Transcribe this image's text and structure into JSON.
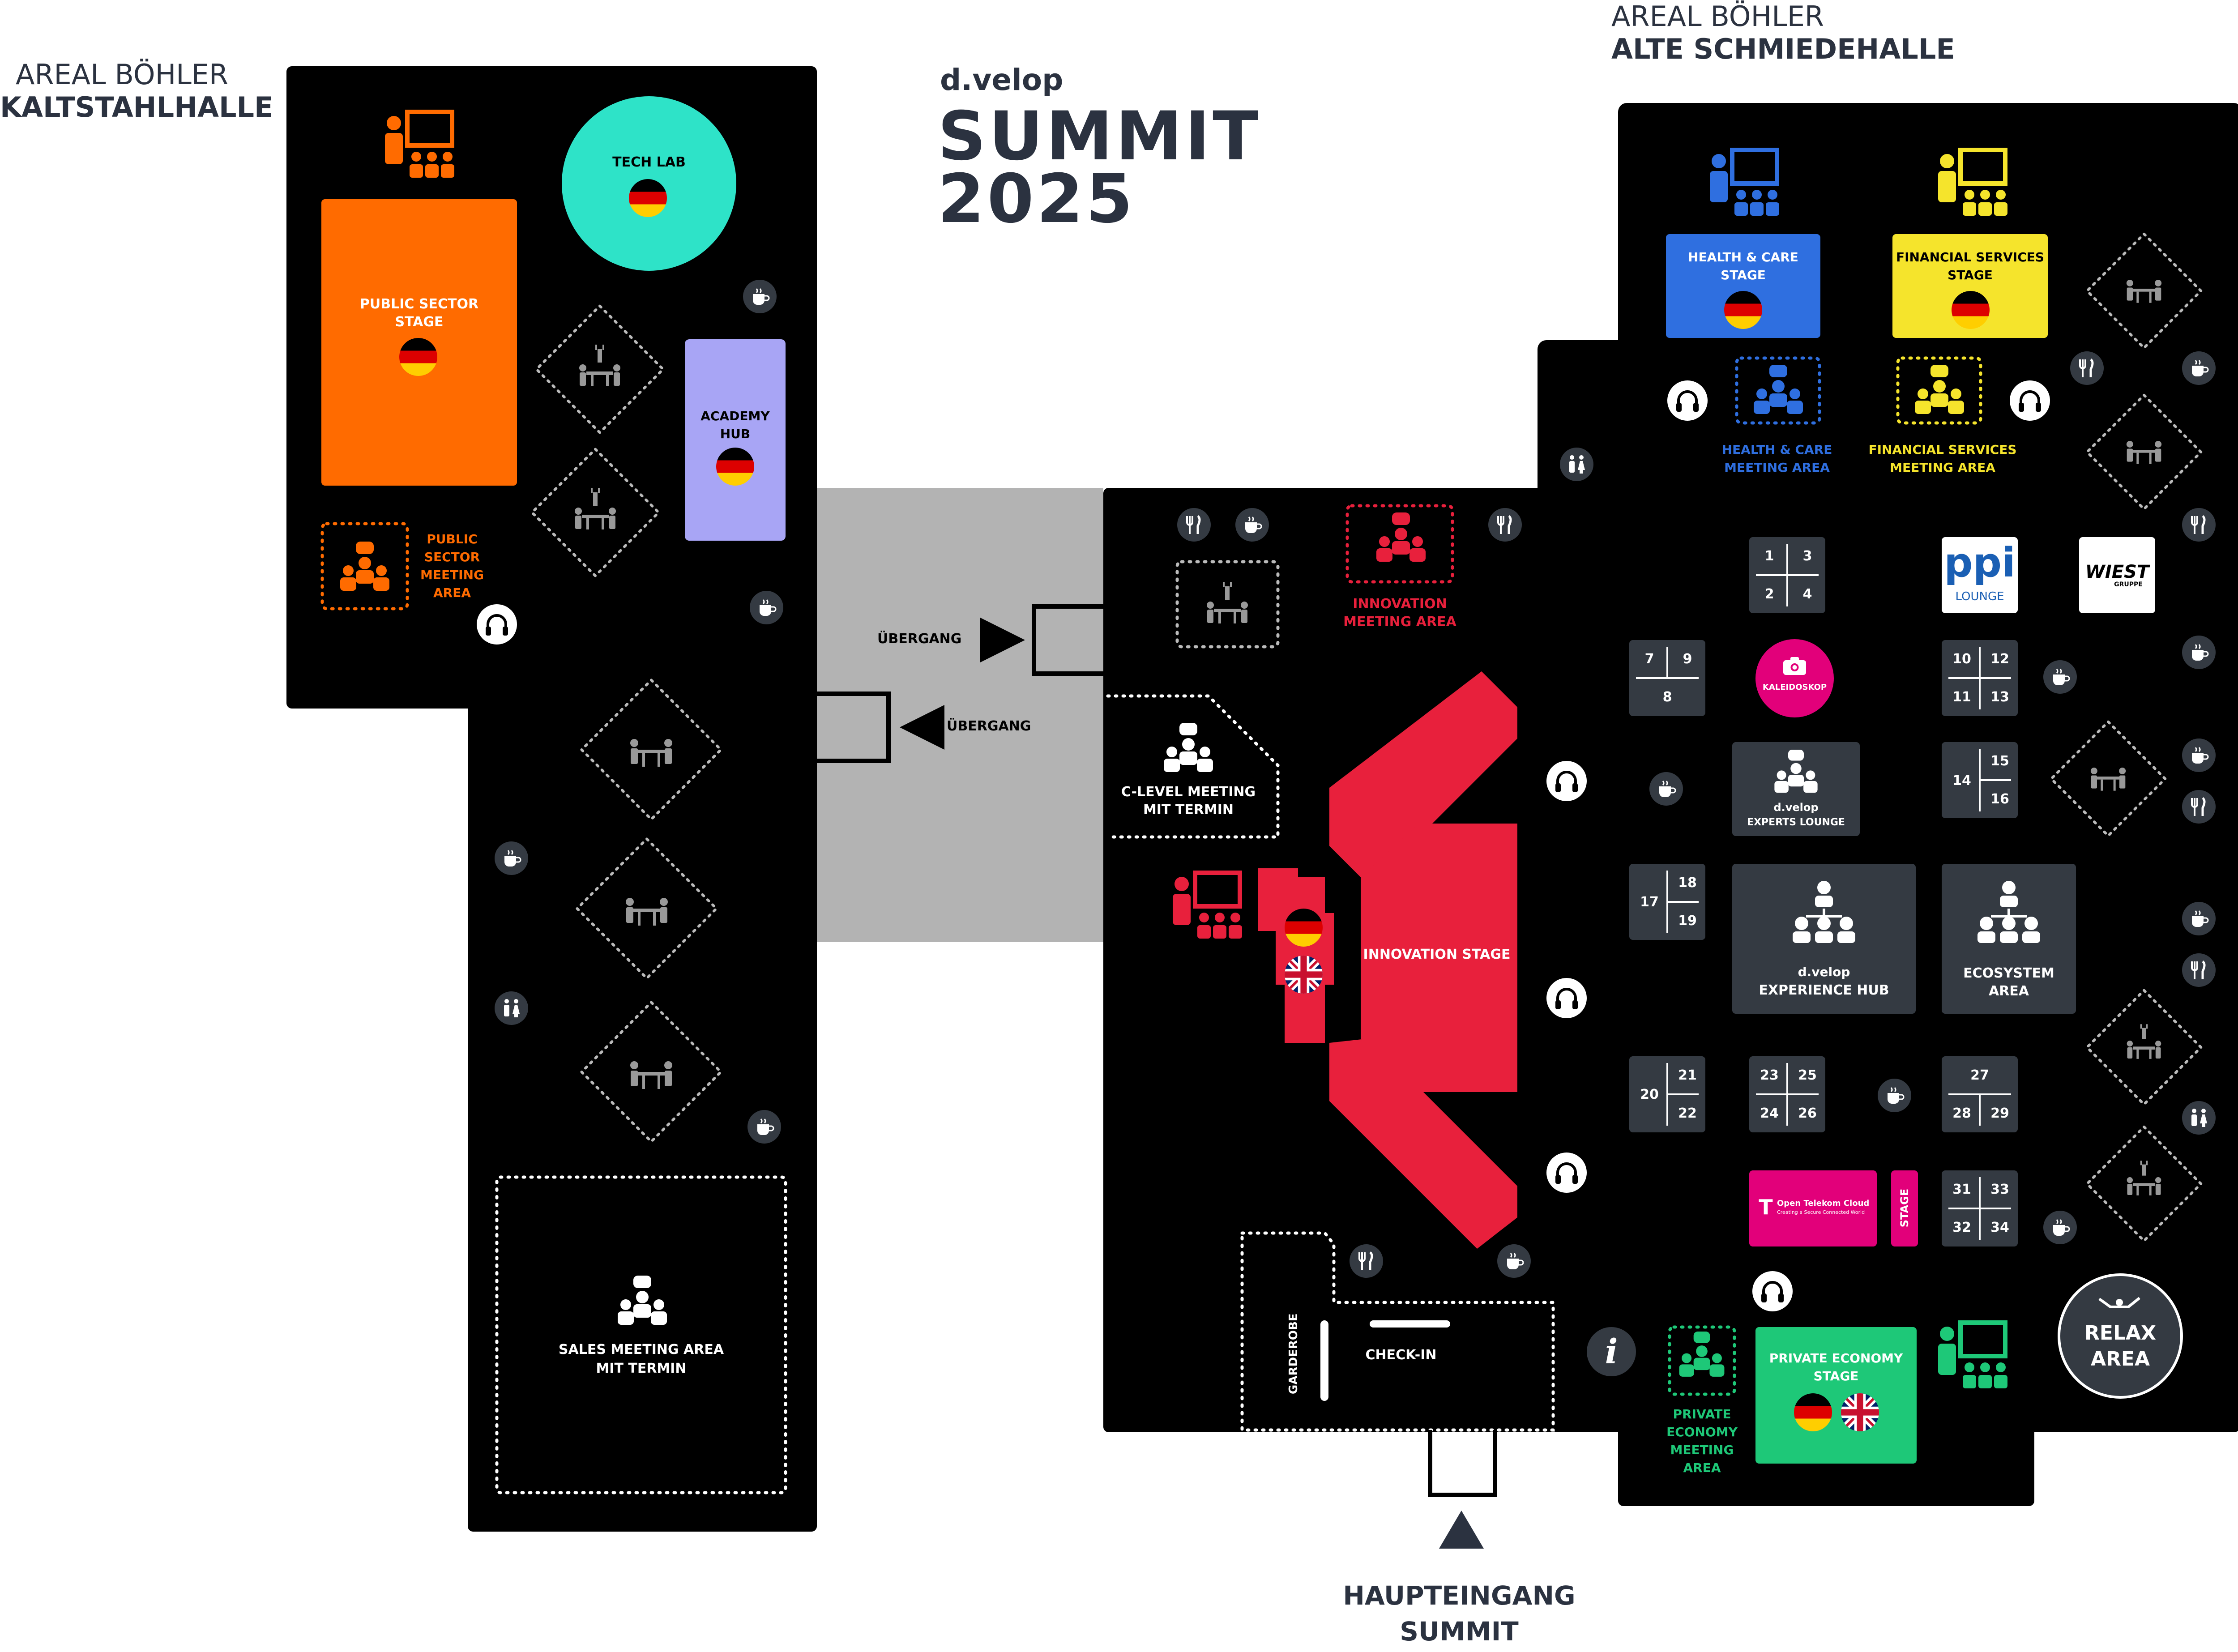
{
  "halls": {
    "left_line1": "AREAL BÖHLER",
    "left_line2": "KALTSTAHLHALLE",
    "right_line1": "AREAL BÖHLER",
    "right_line2": "ALTE SCHMIEDEHALLE"
  },
  "brand": {
    "logo": "d.velop",
    "title_line1": "SUMMIT",
    "title_line2": "2025"
  },
  "areas": {
    "tech_lab": "TECH LAB",
    "public_sector_stage": "PUBLIC SECTOR\nSTAGE",
    "academy_hub": "ACADEMY\nHUB",
    "public_sector_meeting": "PUBLIC\nSECTOR\nMEETING\nAREA",
    "sales_meeting": "SALES MEETING AREA\nMIT TERMIN",
    "uebergang_1": "ÜBERGANG",
    "uebergang_2": "ÜBERGANG",
    "innovation_meeting": "INNOVATION\nMEETING AREA",
    "c_level_meeting": "C-LEVEL MEETING\nMIT TERMIN",
    "innovation_stage": "INNOVATION STAGE",
    "garderobe": "GARDEROBE",
    "check_in": "CHECK-IN",
    "main_entrance": "HAUPTEINGANG\nSUMMIT",
    "health_care_stage": "HEALTH & CARE\nSTAGE",
    "financial_services_stage": "FINANCIAL SERVICES\nSTAGE",
    "health_care_meeting": "HEALTH & CARE\nMEETING AREA",
    "financial_services_meeting": "FINANCIAL SERVICES\nMEETING AREA",
    "ppi_logo": "ppi",
    "ppi_lounge": "LOUNGE",
    "wiest_logo": "WIEST",
    "wiest_sub": "GRUPPE",
    "kaleidoskop": "KALEIDOSKOP",
    "experts_lounge_logo": "d.velop",
    "experts_lounge": "EXPERTS LOUNGE",
    "experience_hub_logo": "d.velop",
    "experience_hub": "EXPERIENCE HUB",
    "ecosystem_area": "ECOSYSTEM\nAREA",
    "open_telekom": "Open Telekom Cloud",
    "open_telekom_sub": "Creating a Secure Connected World",
    "telekom_stage": "STAGE",
    "private_economy_stage": "PRIVATE ECONOMY\nSTAGE",
    "private_economy_meeting": "PRIVATE\nECONOMY\nMEETING\nAREA",
    "relax_area": "RELAX\nAREA",
    "info": "i"
  },
  "booths": {
    "b1234": [
      "1",
      "3",
      "2",
      "4"
    ],
    "b789": [
      "7",
      "9",
      "8"
    ],
    "b10111213": [
      "10",
      "12",
      "11",
      "13"
    ],
    "b141516": [
      "14",
      "15",
      "16"
    ],
    "b171819": [
      "17",
      "18",
      "19"
    ],
    "b202122": [
      "20",
      "21",
      "22"
    ],
    "b23242526": [
      "23",
      "25",
      "24",
      "26"
    ],
    "b272829": [
      "27",
      "28",
      "29"
    ],
    "b31323334": [
      "31",
      "33",
      "32",
      "34"
    ]
  },
  "icons": [
    "presenter-icon",
    "meeting-icon",
    "coffee-icon",
    "headphones-icon",
    "restroom-icon",
    "food-icon",
    "charging-icon",
    "camera-icon",
    "network-icon",
    "info-icon",
    "relax-icon",
    "flag-de-icon",
    "flag-uk-icon"
  ],
  "colors": {
    "hall": "#000000",
    "passage": "#b3b3b3",
    "orange": "#ff6b00",
    "teal": "#2ee3c8",
    "lavender": "#a8a5f5",
    "red": "#e8203c",
    "blue": "#2f6fe0",
    "yellow": "#f5e42c",
    "green": "#1ec878",
    "magenta": "#e2007a",
    "booth": "#343a42",
    "text_dark": "#2b3240"
  }
}
